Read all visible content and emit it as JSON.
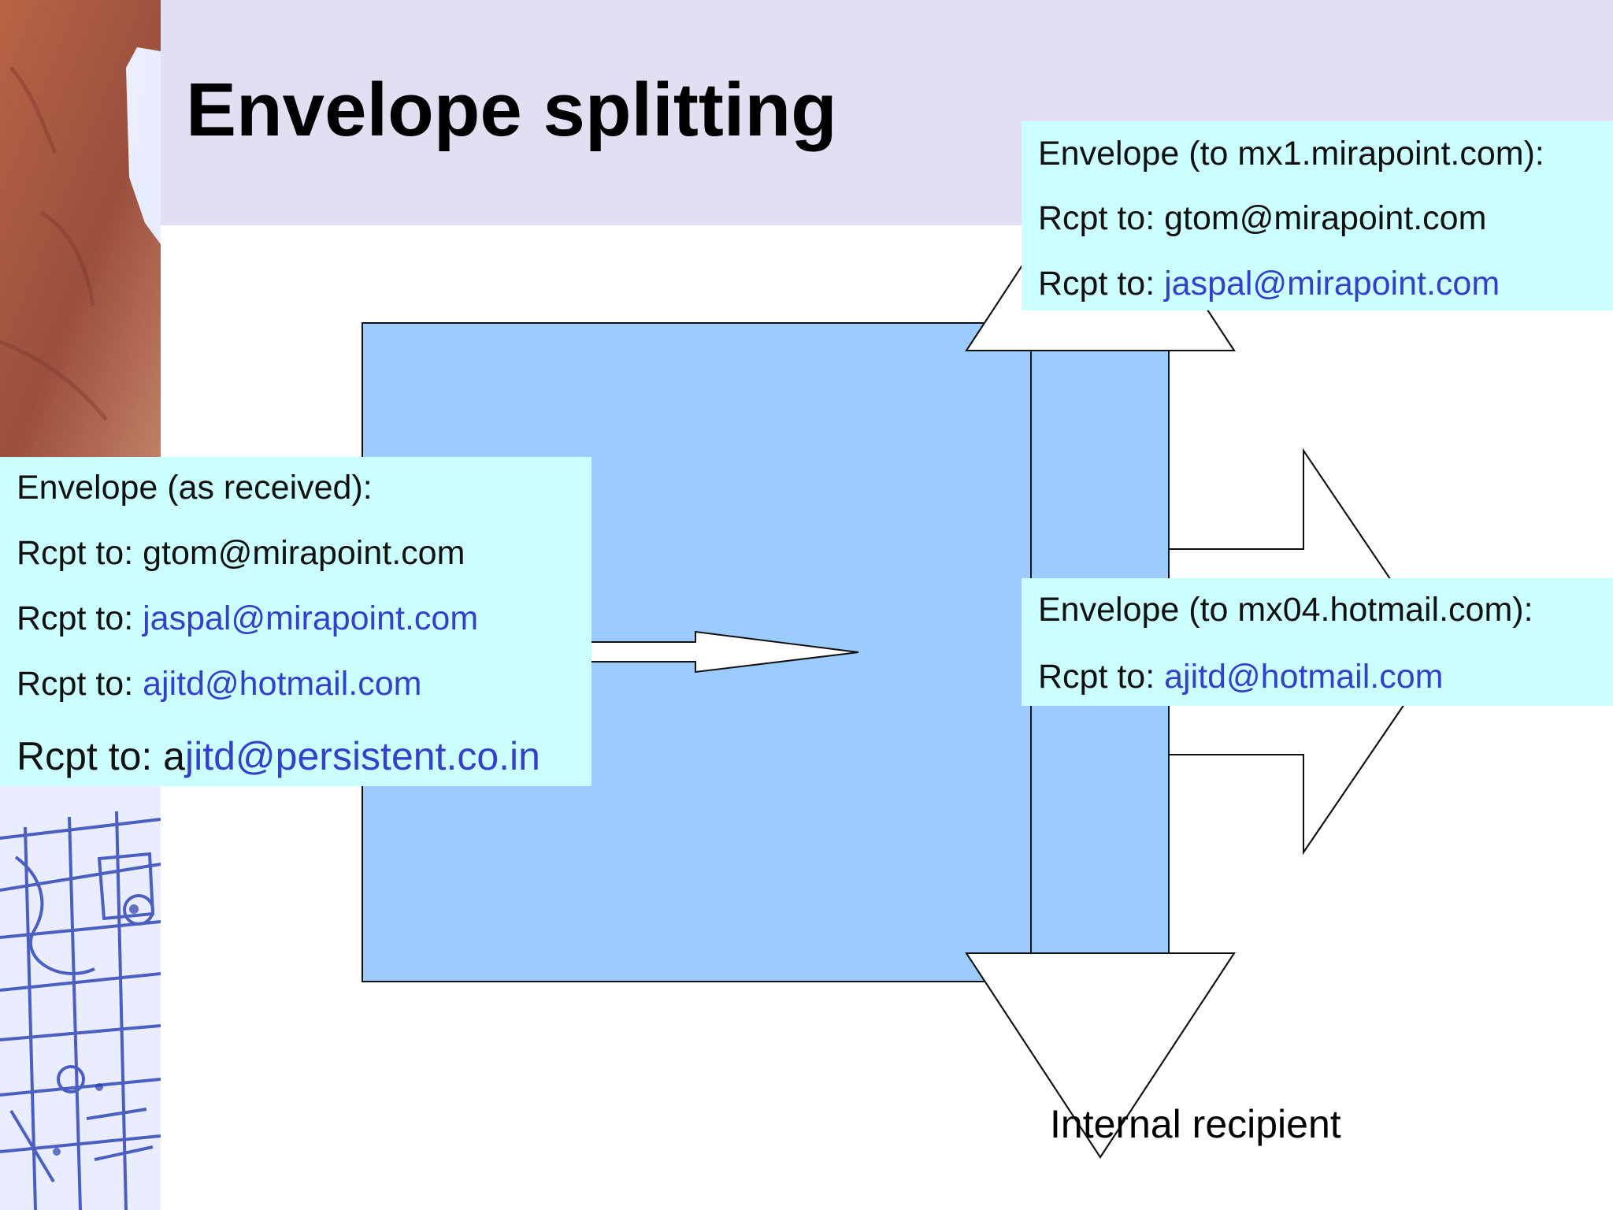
{
  "slide": {
    "title": "Envelope splitting"
  },
  "received_envelope": {
    "heading": "Envelope (as received):",
    "prefix": "Rcpt to: ",
    "rows": [
      {
        "prefix": "Rcpt to: ",
        "address": "gtom@mirapoint.com",
        "address_color": "#111111"
      },
      {
        "prefix": "Rcpt to: ",
        "address": "jaspal@mirapoint.com",
        "address_color": "#3340c9"
      },
      {
        "prefix": "Rcpt to: ",
        "address": "ajitd@hotmail.com",
        "address_color": "#3340c9"
      },
      {
        "prefix": "Rcpt to: a",
        "address": "jitd@persistent.co.in",
        "address_color": "#3340c9"
      }
    ]
  },
  "mx1_envelope": {
    "heading": "Envelope (to mx1.mirapoint.com):",
    "rows": [
      {
        "prefix": "Rcpt to: ",
        "address": "gtom@mirapoint.com",
        "address_color": "#111111"
      },
      {
        "prefix": "Rcpt to: ",
        "address": "jaspal@mirapoint.com",
        "address_color": "#3340c9"
      }
    ]
  },
  "hotmail_envelope": {
    "heading": "Envelope (to mx04.hotmail.com):",
    "rows": [
      {
        "prefix": "Rcpt to: ",
        "address": "ajitd@hotmail.com",
        "address_color": "#3340c9"
      }
    ]
  },
  "internal": {
    "label": "Internal recipient"
  },
  "colors": {
    "title_band": "#e0e0f2",
    "textbox": "#ccffff",
    "splitter": "#9ccbff",
    "link": "#3340c9"
  },
  "icons": {
    "left_photo": "hand-and-blueprint-image",
    "input_arrow": "right-arrow-icon",
    "output_arrows": [
      "up-arrow-icon",
      "right-arrow-icon",
      "down-arrow-icon"
    ]
  }
}
